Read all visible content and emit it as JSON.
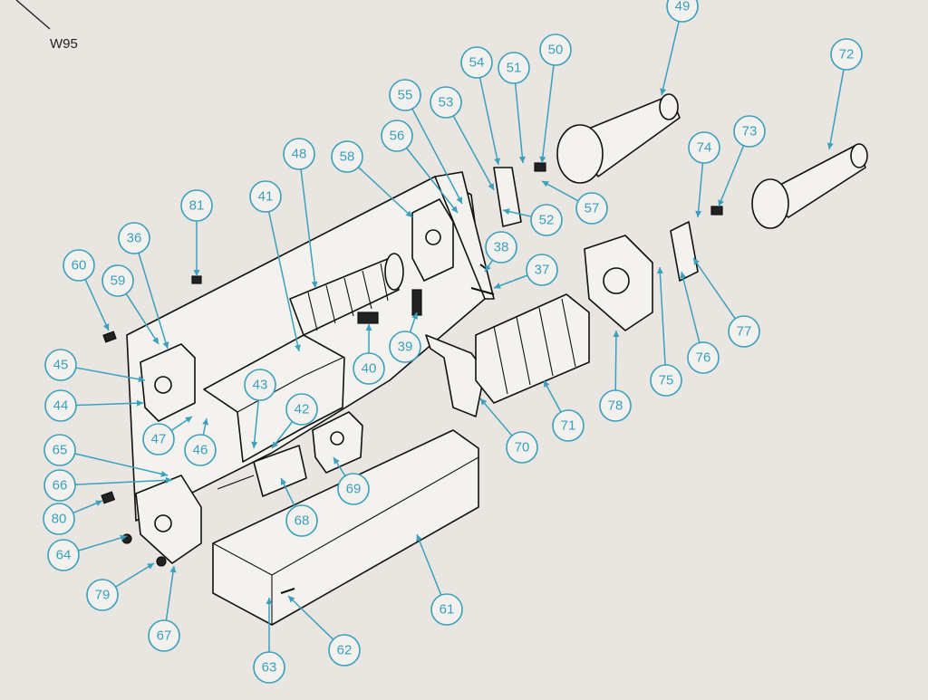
{
  "figure_ref": "W95",
  "colors": {
    "callout": "#3aa0bd",
    "ink": "#111111",
    "paper": "#e9e6e1"
  },
  "callouts": [
    "36",
    "37",
    "38",
    "39",
    "40",
    "41",
    "42",
    "43",
    "44",
    "45",
    "46",
    "47",
    "48",
    "49",
    "50",
    "51",
    "52",
    "53",
    "54",
    "55",
    "56",
    "57",
    "58",
    "59",
    "60",
    "61",
    "62",
    "63",
    "64",
    "65",
    "66",
    "67",
    "68",
    "69",
    "70",
    "71",
    "72",
    "73",
    "74",
    "75",
    "76",
    "77",
    "78",
    "79",
    "80",
    "81"
  ]
}
